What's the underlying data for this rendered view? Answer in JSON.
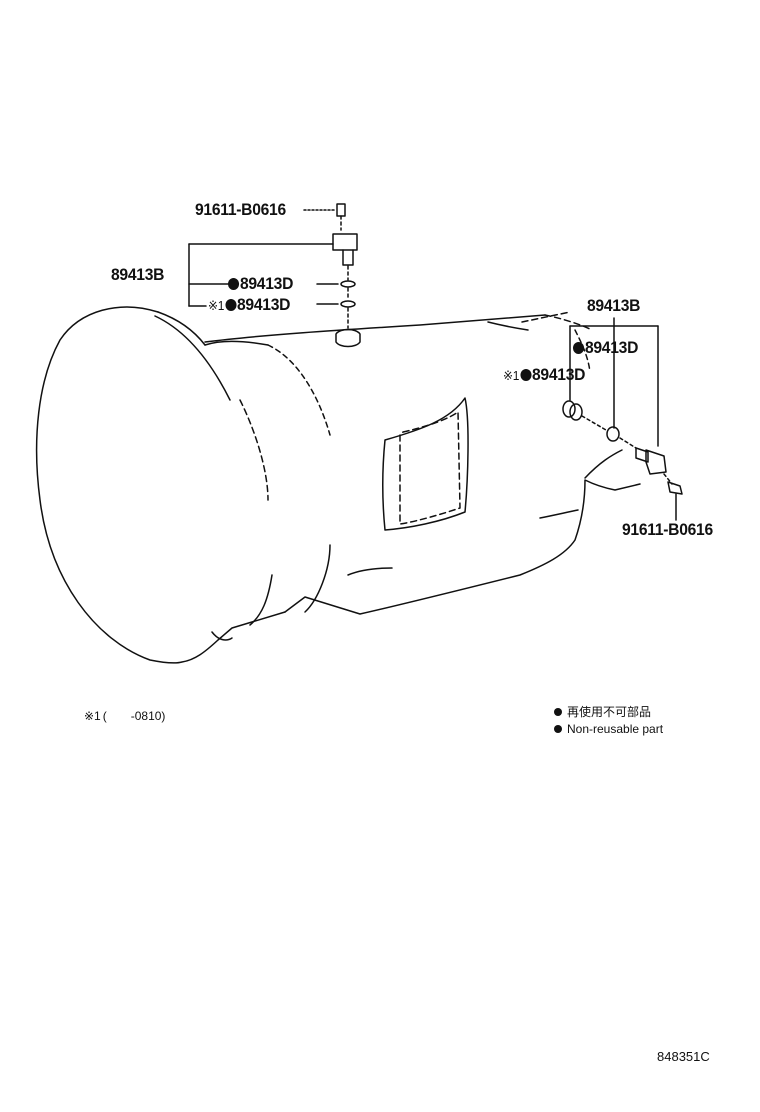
{
  "labels": {
    "upper_bolt": "91611-B0616",
    "upper_sensor": "89413B",
    "upper_oring": "89413D",
    "upper_oring_alt": "89413D",
    "right_sensor": "89413B",
    "right_oring": "89413D",
    "right_oring_alt": "89413D",
    "right_bolt": "91611-B0616",
    "ref_mark": "※1"
  },
  "footnote": {
    "mark": "※1",
    "paren_open": "(",
    "range": "-0810)"
  },
  "legend": {
    "line_ja": "再使用不可部品",
    "line_en": "Non-reusable part"
  },
  "diagram_code": "848351C"
}
